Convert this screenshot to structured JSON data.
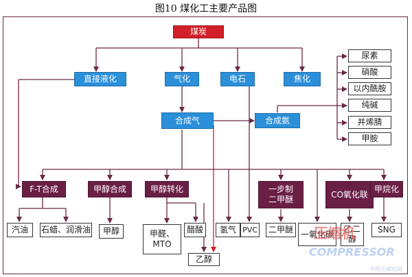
{
  "figure": {
    "title": "图10  煤化工主要产品图"
  },
  "nodes": {
    "coal": "煤炭",
    "direct_liquefaction": "直接液化",
    "gasification": "气化",
    "calcium_carbide": "电石",
    "coking": "焦化",
    "syngas": "合成气",
    "synthetic_ammonia": "合成氨",
    "urea": "尿素",
    "nitric_acid": "硝酸",
    "caprolactam": "以内酰胺",
    "soda_ash": "纯碱",
    "acrylonitrile": "并烯腈",
    "methylamine": "甲胺",
    "ft_synthesis": "F-T合成",
    "methanol_synthesis": "甲醇合成",
    "methanol_conversion": "甲醇转化",
    "one_step_dme_1": "一步制",
    "one_step_dme_2": "二甲醚",
    "co_oxidation": "CO氧化联",
    "methanation": "甲烷化",
    "gasoline": "汽油",
    "paraffin_lube": "石蜡、润滑油",
    "methanol": "甲醇",
    "formaldehyde_mto_1": "甲醛、",
    "formaldehyde_mto_2": "MTO",
    "acetic_acid": "醋酸",
    "hydrogen": "氢气",
    "pvc": "PVC",
    "dme": "二甲醚",
    "ethanol": "乙醇",
    "monoxide_carbonate": "一氧化碳",
    "ethylene_glycol": "乙二醇",
    "sng": "SNG"
  },
  "watermark": {
    "line1": "压缩机",
    "line2": "COMPRESSOR",
    "line3": "中国压缩机网"
  },
  "colors": {
    "red": "#d21f2a",
    "blue": "#2b8fd9",
    "maroon": "#6a1f45",
    "line": "#6b2746",
    "ethanol_arrow": "#d21f2a"
  }
}
